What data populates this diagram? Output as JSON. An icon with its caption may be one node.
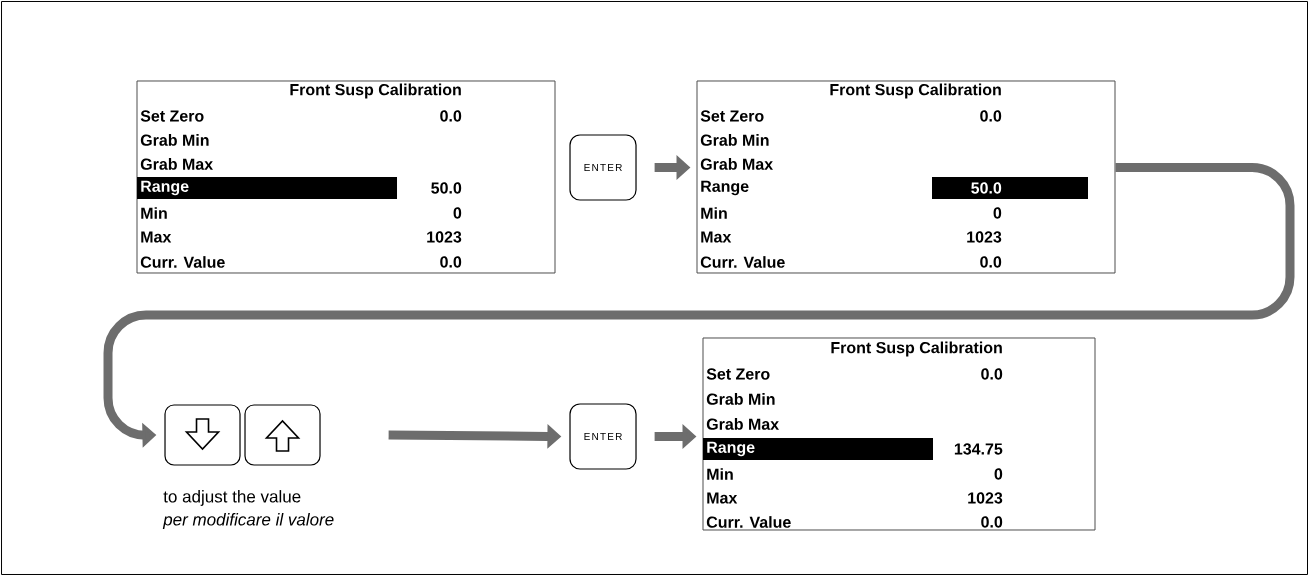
{
  "diagram": {
    "nodes": [
      {
        "text": [
          "Front Susp Calibration",
          "Set Zero",
          "0.0",
          "Grab Min",
          "Grab Max",
          "Range",
          "50.0",
          "Min",
          "0",
          "Max",
          "1023",
          "Curr. Value",
          "0.0"
        ]
      },
      {
        "text": [
          "ENTER"
        ]
      },
      {
        "text": [
          "Front Susp  Calibration",
          "Set Zero",
          "0.0",
          "Grab Min",
          "Grab Max",
          "Range",
          "50.0",
          "Min",
          "0",
          "Max",
          "1023",
          "Curr. Value",
          "0.0"
        ]
      },
      {
        "text": [],
        "shape": "box"
      },
      {
        "text": [],
        "shape": "box"
      },
      {
        "text": [
          "ENTER"
        ]
      },
      {
        "text": [
          "Front Susp Calibration",
          "Set Zero",
          "0.0",
          "Grab Min",
          "Grab Max",
          "Range",
          "134.75",
          "Min",
          "0",
          "Max",
          "1023",
          "Curr. Value",
          "0.0"
        ]
      }
    ],
    "edges": [
      {
        "from": 1,
        "to": 2,
        "arrow": "to"
      },
      {
        "from": 2,
        "to": 3,
        "arrow": "to"
      },
      {
        "from": 4,
        "to": 5,
        "arrow": "to"
      },
      {
        "from": 5,
        "to": 6,
        "arrow": "to"
      }
    ],
    "labels": [
      "to adjust the value",
      "per modificare il valore"
    ]
  }
}
